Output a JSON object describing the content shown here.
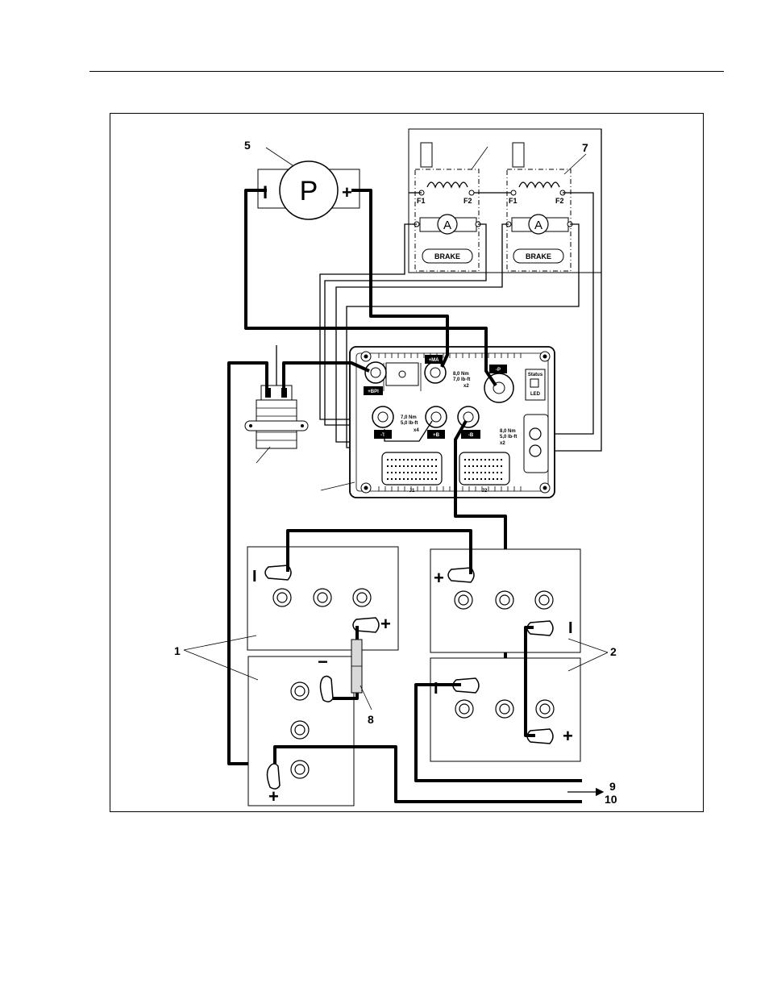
{
  "callouts": [
    "1",
    "2",
    "5",
    "7",
    "8",
    "9",
    "10"
  ],
  "pump_motor": {
    "symbol": "P",
    "neg": "I",
    "pos": "+"
  },
  "traction_motor": {
    "armature": "A",
    "field_1": "F1",
    "field_2": "F2",
    "brake": "BRAKE"
  },
  "controller": {
    "terminals": [
      "+BPI",
      "+MA",
      "-P",
      "-T",
      "+B",
      "-B"
    ],
    "connectors": [
      "J1",
      "J2"
    ],
    "torque_1": [
      "8,0 Nm",
      "7,0 lb-ft",
      "x2"
    ],
    "torque_2": [
      "7,0 Nm",
      "5,0 lb-ft",
      "x4"
    ],
    "torque_3": [
      "8,0 Nm",
      "5,0 lb-ft",
      "x2"
    ],
    "status_label": "Status",
    "status_led": "LED"
  },
  "battery_signs": {
    "neg": "I",
    "pos": "+",
    "minus": "−"
  },
  "colors": {
    "ink": "#000000",
    "paper": "#ffffff",
    "shade": "#d9d9d9"
  },
  "icons": [
    "pump-motor-icon",
    "traction-motor-icon",
    "contactor-icon",
    "controller-icon",
    "battery-icon",
    "fuse-icon",
    "arrow-icon"
  ]
}
